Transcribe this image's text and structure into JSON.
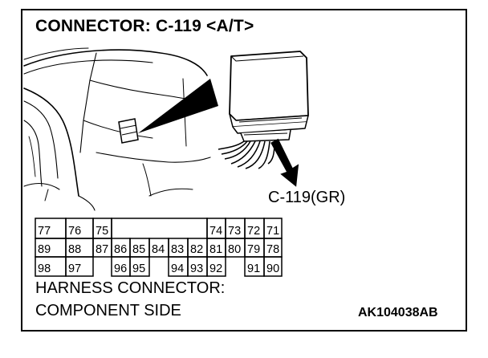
{
  "title": "CONNECTOR: C-119 <A/T>",
  "connector_label": "C-119(GR)",
  "harness_line1": "HARNESS CONNECTOR:",
  "harness_line2": "COMPONENT SIDE",
  "figure_code": "AK104038AB",
  "pins": {
    "row1_left": [
      "77",
      "76",
      "75"
    ],
    "row1_right": [
      "74",
      "73",
      "72",
      "71"
    ],
    "row2": [
      "89",
      "88",
      "87",
      "86",
      "85",
      "84",
      "83",
      "82",
      "81",
      "80",
      "79",
      "78"
    ],
    "row3": [
      "98",
      "97",
      "",
      "96",
      "95",
      "",
      "94",
      "93",
      "92",
      "",
      "91",
      "90"
    ]
  },
  "icons": [
    "dashboard-illustration",
    "ecu-module-illustration",
    "pointer-arrow-icon",
    "callout-wedge-icon"
  ]
}
